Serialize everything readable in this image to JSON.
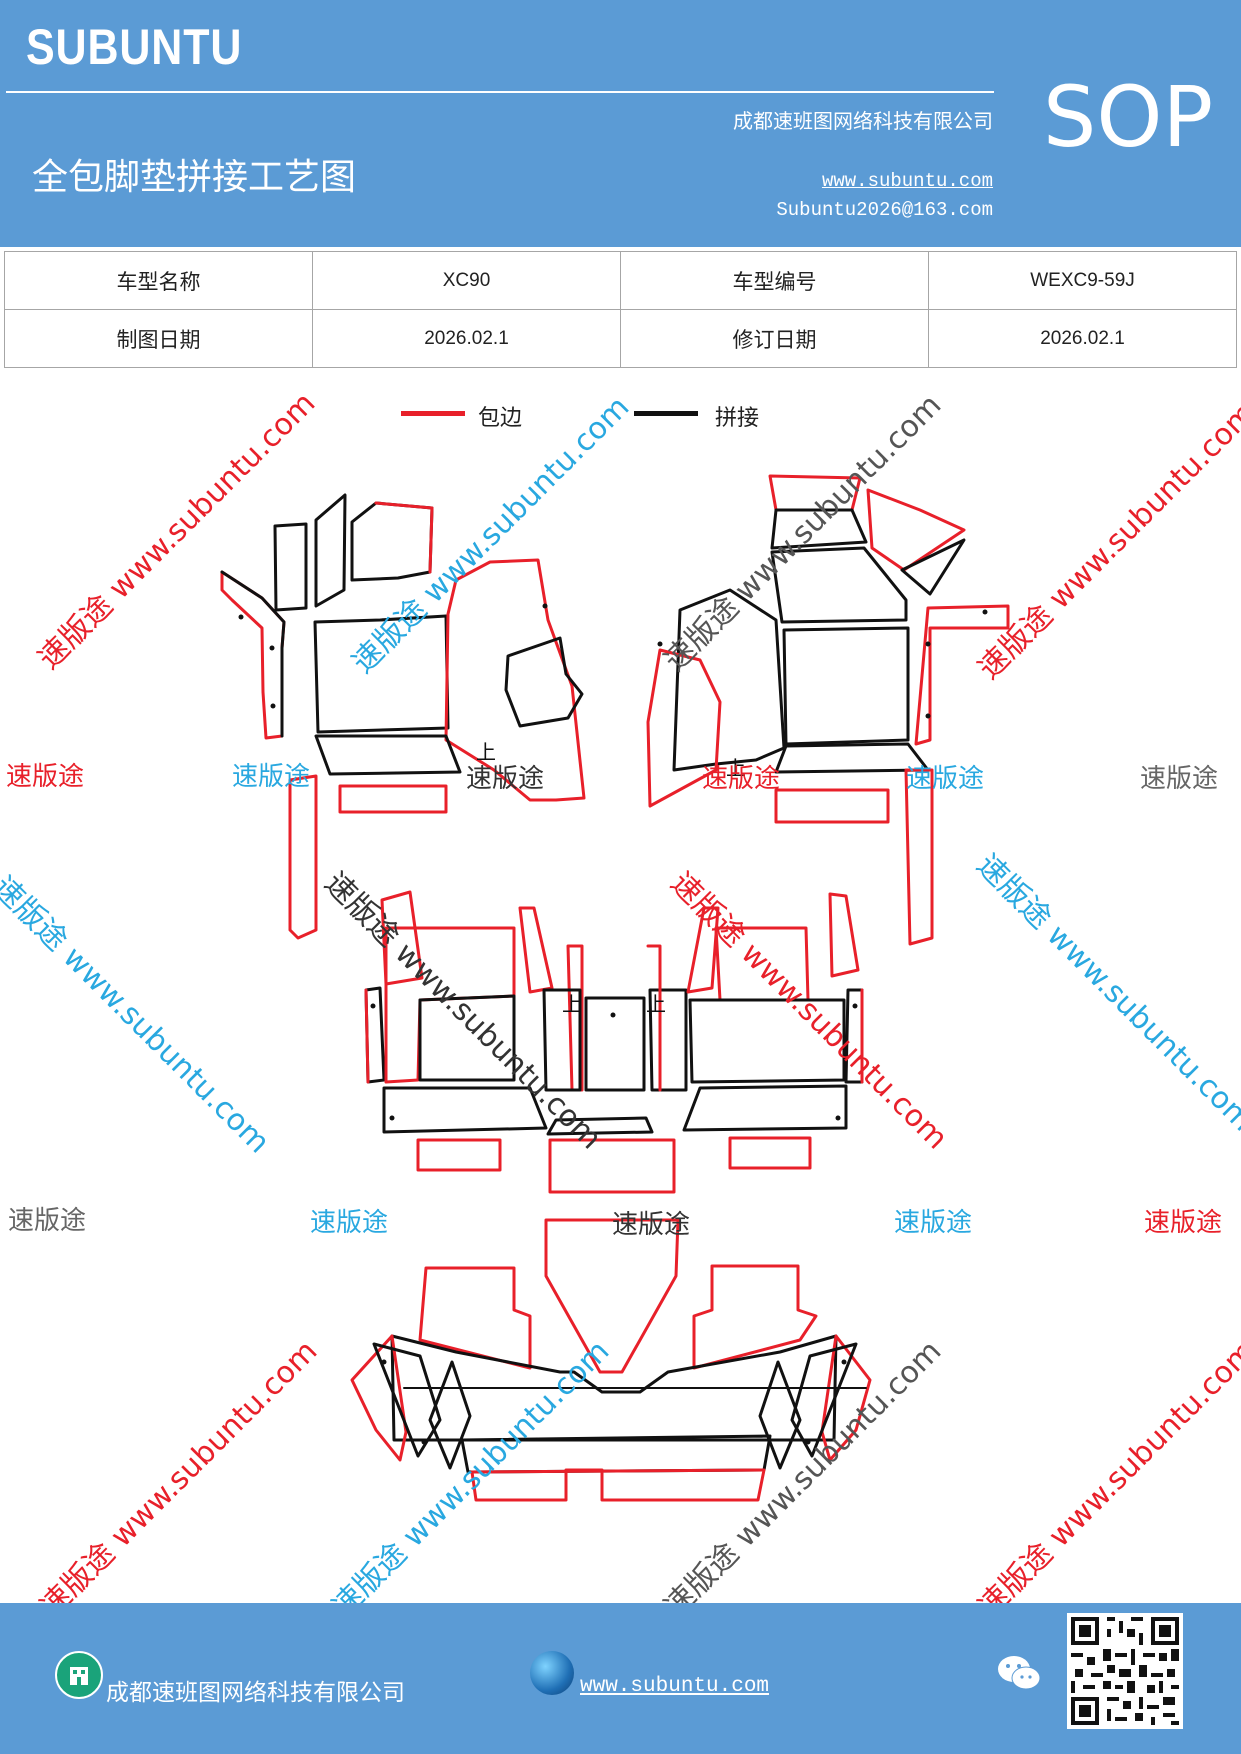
{
  "header": {
    "brand": "SUBUNTU",
    "company": "成都速班图网络科技有限公司",
    "title": "全包脚垫拼接工艺图",
    "website": "www.subuntu.com",
    "email": "Subuntu2026@163.com",
    "doc_code": "SOP"
  },
  "info_table": {
    "model_name_label": "车型名称",
    "model_name_value": "XC90",
    "model_code_label": "车型编号",
    "model_code_value": "WEXC9-59J",
    "draw_date_label": "制图日期",
    "draw_date_value": "2026.02.1",
    "revise_date_label": "修订日期",
    "revise_date_value": "2026.02.1"
  },
  "legend": {
    "edge_label": "包边",
    "edge_color": "#e8202a",
    "seam_label": "拼接",
    "seam_color": "#111111"
  },
  "diagram": {
    "up_marker": "上"
  },
  "watermarks": {
    "brand_cn": "速版途",
    "diagonal_text": "速版途 www.subuntu.com",
    "colors": [
      "#e8202a",
      "#29a8e0",
      "#555555"
    ]
  },
  "footer": {
    "company": "成都速班图网络科技有限公司",
    "website": "www.subuntu.com"
  },
  "icons": [
    "building-icon",
    "globe-icon",
    "wechat-icon",
    "qr-code"
  ]
}
